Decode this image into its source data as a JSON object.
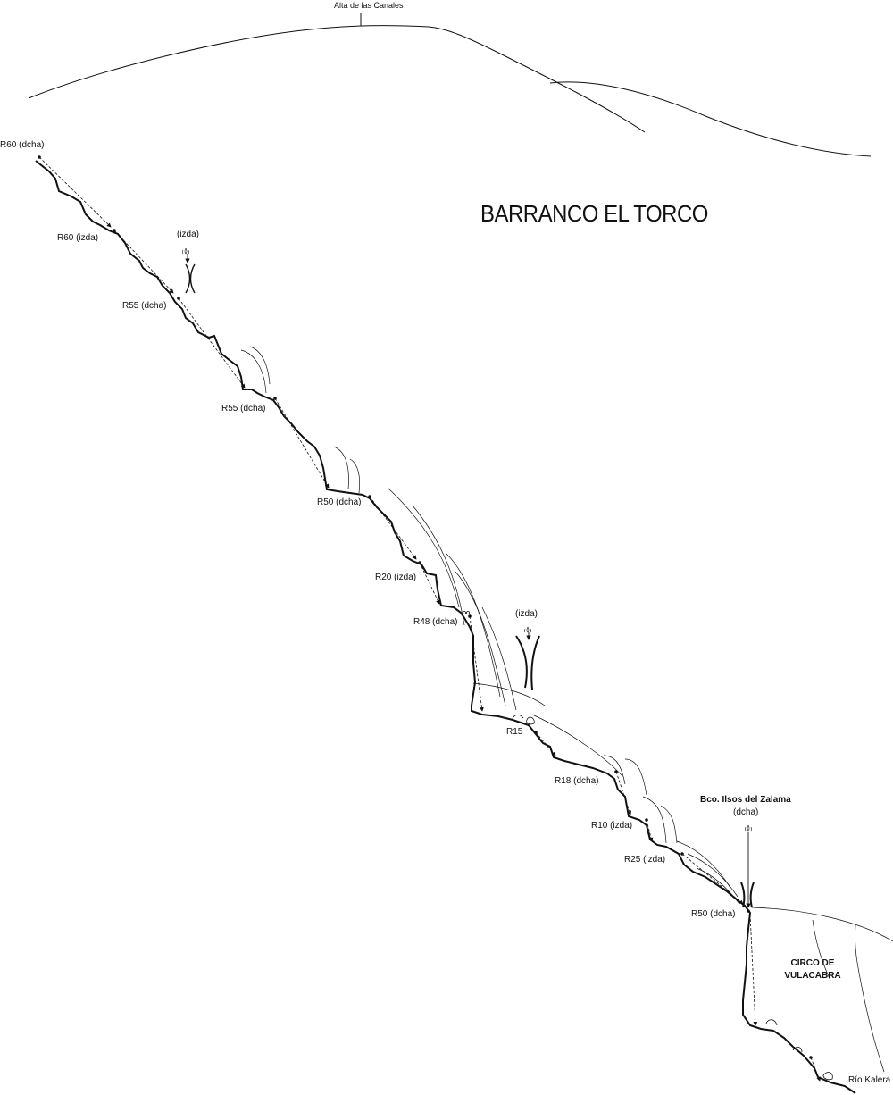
{
  "title": "BARRANCO EL TORCO",
  "summit": "Alta de las Canales",
  "rappels": [
    "R60 (dcha)",
    "R60 (izda)",
    "R55 (dcha)",
    "R55 (dcha)",
    "R50 (dcha)",
    "R20 (izda)",
    "R48 (dcha)",
    "R15",
    "R18 (dcha)",
    "R10 (izda)",
    "R25 (izda)",
    "R50 (dcha)"
  ],
  "tributaries": [
    {
      "label": "(izda)"
    },
    {
      "label": "(izda)"
    },
    {
      "name": "Bco. Ilsos del Zalama",
      "side": "(dcha)"
    }
  ],
  "circo": [
    "CIRCO DE",
    "VULACABRA"
  ],
  "river": "Río Kalera",
  "colors": {
    "line": "#111111",
    "background": "#ffffff"
  }
}
